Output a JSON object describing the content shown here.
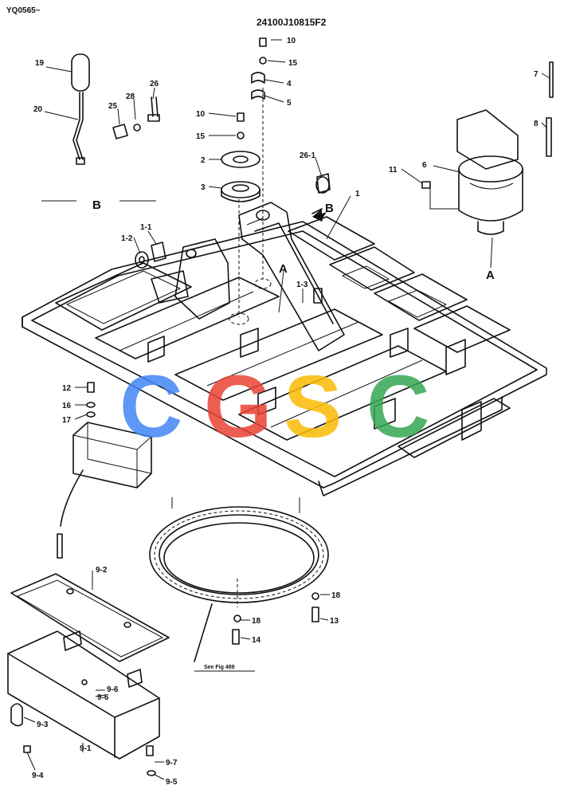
{
  "header": {
    "code_left": "YQ0565~",
    "code_center": "24100J10815F2"
  },
  "callouts": {
    "n1": "1",
    "n1_1": "1-1",
    "n1_2": "1-2",
    "n1_3": "1-3",
    "n2": "2",
    "n3": "3",
    "n4": "4",
    "n5": "5",
    "n6": "6",
    "n7": "7",
    "n8": "8",
    "n10_top": "10",
    "n10_mid": "10",
    "n11": "11",
    "n12": "12",
    "n13": "13",
    "n14": "14",
    "n15_top": "15",
    "n15_mid": "15",
    "n16": "16",
    "n17": "17",
    "n18_right": "18",
    "n18_mid": "18",
    "n19": "19",
    "n20": "20",
    "n25": "25",
    "n26": "26",
    "n26_1": "26-1",
    "n28": "28",
    "n9_1": "9-1",
    "n9_2": "9-2",
    "n9_3": "9-3",
    "n9_4": "9-4",
    "n9_5": "9-5",
    "n9_6a": "9-6",
    "n9_6b": "9-6",
    "n9_7": "9-7"
  },
  "view_markers": {
    "a_left": "A",
    "a_right": "A",
    "b_frame": "B",
    "b_group": "B"
  },
  "reference_note": "See Fig 489",
  "watermark": {
    "letters": [
      "C",
      "G",
      "S",
      "C"
    ],
    "colors": [
      "#4285F4",
      "#EA4335",
      "#FBBC05",
      "#34A853"
    ]
  }
}
